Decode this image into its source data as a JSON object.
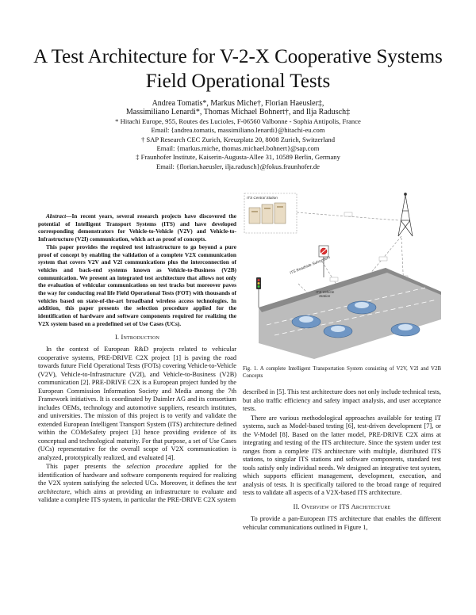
{
  "title": {
    "line1": "A Test Architecture for V-2-X Cooperative Systems",
    "line2": "Field Operational Tests"
  },
  "authors": {
    "line1": "Andrea Tomatis*, Markus Miche†, Florian Haeusler‡,",
    "line2": "Massimiliano Lenardi*, Thomas Michael Bohnert†, and Ilja Radusch‡",
    "aff1": "* Hitachi Europe, 955, Routes des Lucioles, F-06560 Valbonne - Sophia Antipolis, France",
    "email1": "Email: {andrea.tomatis, massimiliano.lenardi}@hitachi-eu.com",
    "aff2": "† SAP Research CEC Zurich, Kreuzplatz 20, 8008 Zurich, Switzerland",
    "email2": "Email: {markus.miche, thomas.michael.bohnert}@sap.com",
    "aff3": "‡ Fraunhofer Institute, Kaiserin-Augusta-Allee 31, 10589 Berlin, Germany",
    "email3": "Email: {florian.haeusler, ilja.radusch}@fokus.fraunhofer.de"
  },
  "abstract": {
    "lead": "Abstract",
    "p1": "—In recent years, several research projects have discovered the potential of Intelligent Transport Systems (ITS) and have developed corresponding demonstrators for Vehicle-to-Vehicle (V2V) and Vehicle-to-Infrastructure (V2I) communication, which act as proof of concepts.",
    "p2": "This paper provides the required test infrastructure to go beyond a pure proof of concept by enabling the validation of a complete V2X communication system that covers V2V and V2I communications plus the interconnection of vehicles and back-end systems known as Vehicle-to-Business (V2B) communication. We present an integrated test architecture that allows not only the evaluation of vehicular communications on test tracks but moreover paves the way for conducting real life Field Operational Tests (FOT) with thousands of vehicles based on state-of-the-art broadband wireless access technologies. In addition, this paper presents the selection procedure applied for the identification of hardware and software components required for realizing the V2X system based on a predefined set of Use Cases (UCs)."
  },
  "sections": {
    "intro": "I. Introduction",
    "overview": "II. Overview of ITS Architecture"
  },
  "intro": {
    "p1": "In the context of European R&D projects related to vehicular cooperative systems, PRE-DRIVE C2X project [1] is paving the road towards future Field Operational Tests (FOTs) covering Vehicle-to-Vehicle (V2V), Vehicle-to-Infrastructure (V2I), and Vehicle-to-Business (V2B) communication [2]. PRE-DRIVE C2X is a European project funded by the European Commission Information Society and Media among the 7th Framework initiatives. It is coordinated by Daimler AG and its consortium includes OEMs, technology and automotive suppliers, research institutes, and universities. The mission of this project is to verify and validate the extended European Intelligent Transport System (ITS) architecture defined within the COMeSafety project [3] hence providing evidence of its conceptual and technological maturity. For that purpose, a set of Use Cases (UCs) representative for the overall scope of V2X communication is analyzed, prototypically realized, and evaluated [4].",
    "p2a": "This paper presents the ",
    "p2b": "selection procedure",
    "p2c": " applied for the identification of hardware and software components required for realizing the V2X system satisfying the selected UCs. Moreover, it defines the ",
    "p2d": "test architecture",
    "p2e": ", which aims at providing an infrastructure to evaluate and validate a complete ITS system, in particular the PRE-DRIVE C2X system"
  },
  "right": {
    "p1": "described in [5]. This test architecture does not only include technical tests, but also traffic efficiency and safety impact analysis, and user acceptance tests.",
    "p2": "There are various methodological approaches available for testing IT systems, such as Model-based testing [6], test-driven development [7], or the V-Model [8]. Based on the latter model, PRE-DRIVE C2X aims at integrating and testing of the ITS architecture. Since the system under test ranges from a complete ITS architecture with multiple, distributed ITS stations, to singular ITS stations and software components, standard test tools satisfy only individual needs. We designed an integrative test system, which supports efficient management, development, execution, and analysis of tests. It is specifically tailored to the broad range of required tests to validate all aspects of a V2X-based ITS architecture.",
    "p3": "To provide a pan-European ITS architecture that enables the different vehicular communications outlined in Figure 1,"
  },
  "figure": {
    "central_label": "ITS Central Station",
    "roadside_label": "ITS Roadside Subsystem",
    "vehicle_label1": "ITS Vehicle",
    "vehicle_label2": "Station",
    "caption": "Fig. 1.   A complete Intelligent Transportation System consisting of V2V, V2I and V2B Concepts"
  },
  "colors": {
    "road": "#b7b7b7",
    "road_edge": "#7d7d7d",
    "car": "#6f96c4",
    "car_dark": "#3f648f",
    "server": "#e9dcc4",
    "dashed": "#8a8a8a",
    "tower": "#333333"
  }
}
